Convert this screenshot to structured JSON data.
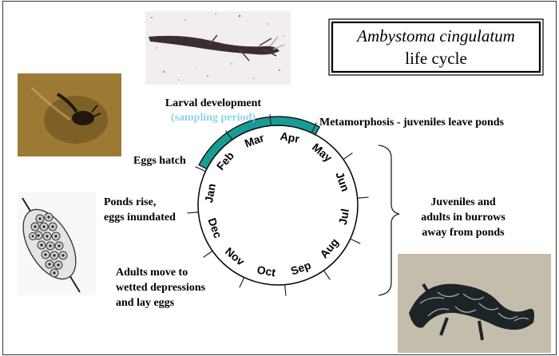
{
  "title": {
    "line1": "Ambystoma cingulatum",
    "line2": "life cycle"
  },
  "months": [
    "Jan",
    "Feb",
    "Mar",
    "Apr",
    "May",
    "Jun",
    "Jul",
    "Aug",
    "Sep",
    "Oct",
    "Nov",
    "Dec"
  ],
  "labels": {
    "larval_development": "Larval development",
    "sampling_period": "(sampling period)",
    "metamorphosis": "Metamorphosis - juveniles leave ponds",
    "eggs_hatch": "Eggs hatch",
    "ponds_rise_1": "Ponds rise,",
    "ponds_rise_2": "eggs inundated",
    "adults_move_1": "Adults move to",
    "adults_move_2": "wetted depressions",
    "adults_move_3": "and lay eggs",
    "juveniles_1": "Juveniles and",
    "juveniles_2": "adults in burrows",
    "juveniles_3": "away from ponds"
  },
  "colors": {
    "arc_fill": "#1a9a95",
    "sampling_text": "#8ed3e6",
    "outline": "#222222"
  },
  "images": {
    "top_photo": "larval-salamander-photo",
    "left_photo": "larva-in-pond-photo",
    "egg_drawing": "egg-mass-drawing",
    "adult_photo": "adult-salamander-photo"
  }
}
